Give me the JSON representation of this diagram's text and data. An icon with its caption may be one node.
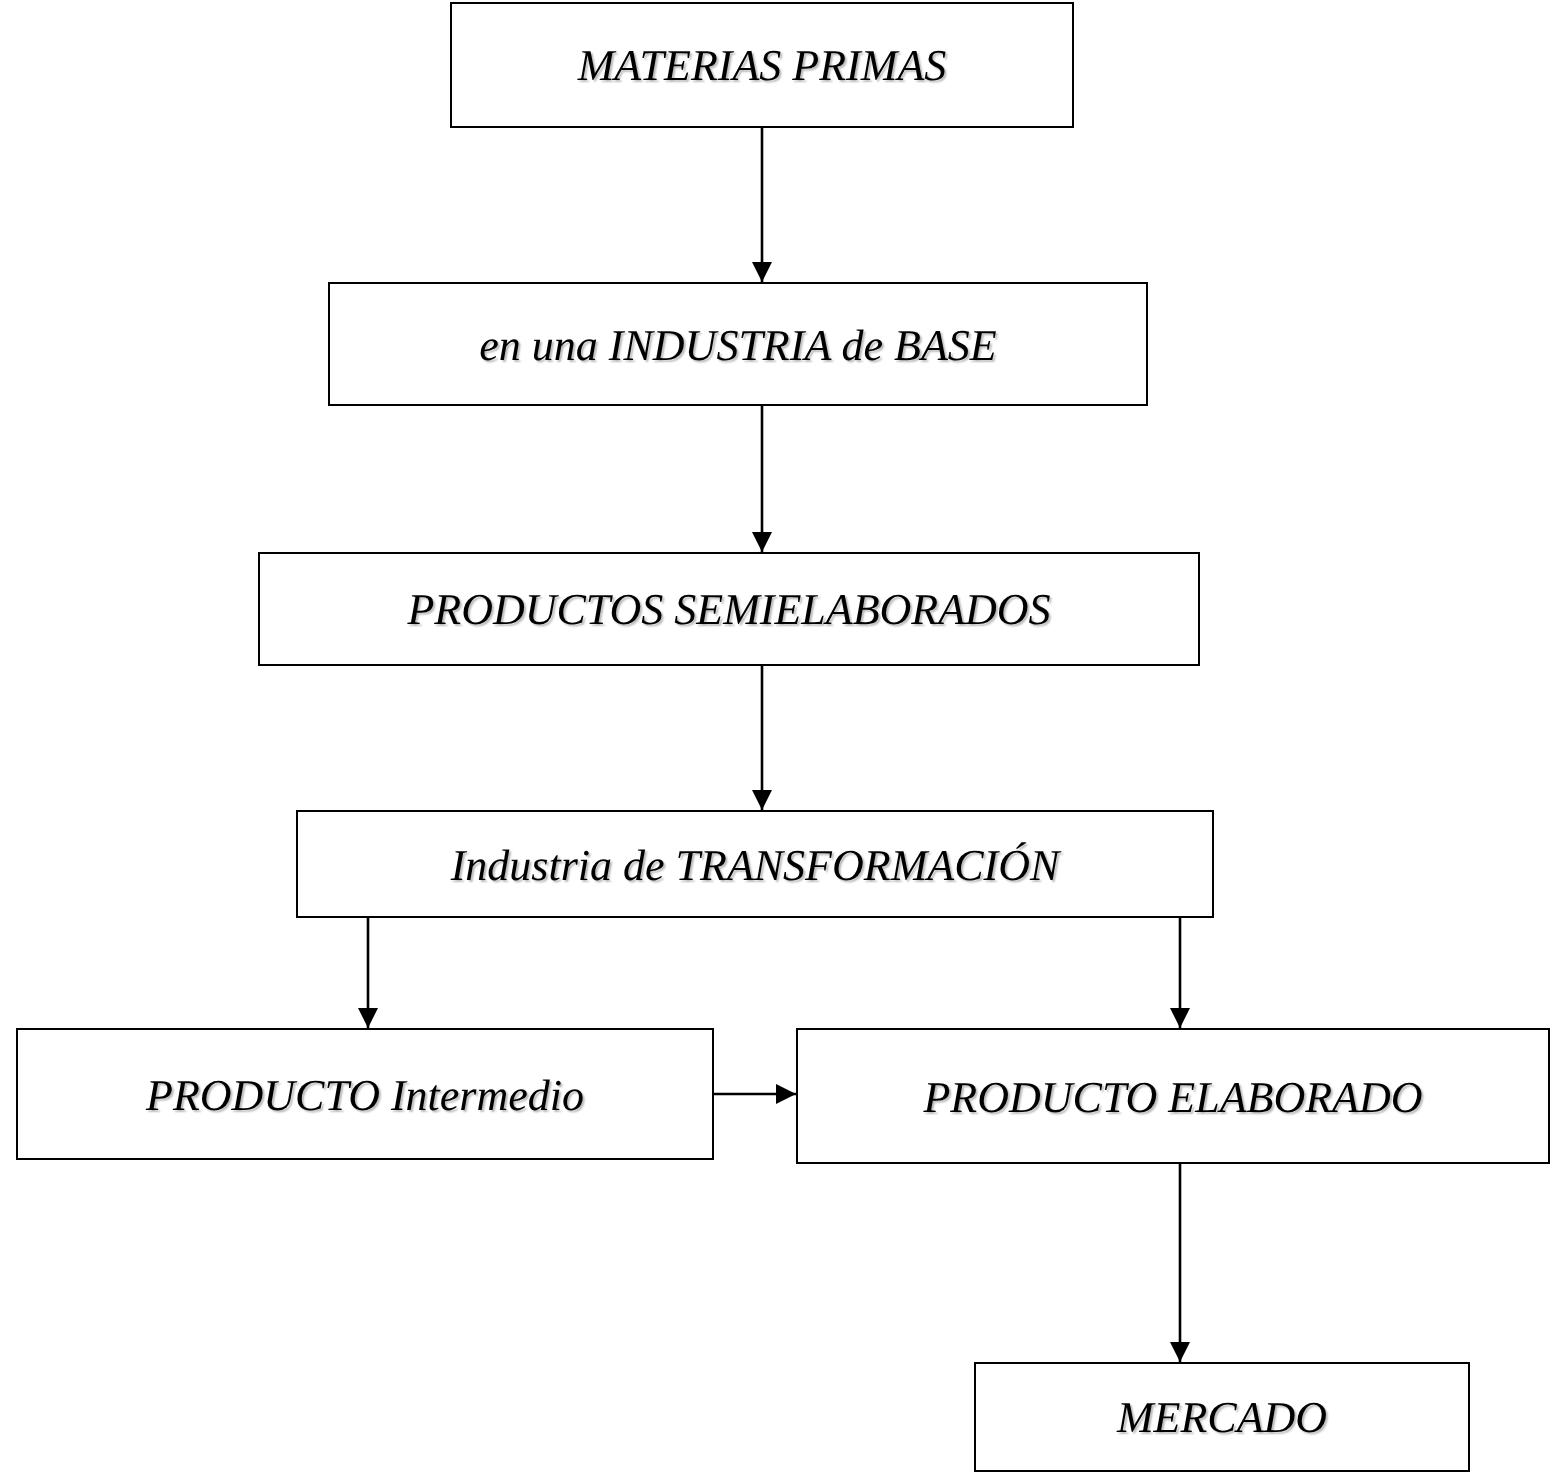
{
  "diagram": {
    "nodes": [
      {
        "text": [
          "MATERIAS PRIMAS"
        ]
      },
      {
        "text": [
          "en una INDUSTRIA de BASE"
        ]
      },
      {
        "text": [
          "PRODUCTOS SEMIELABORADOS"
        ]
      },
      {
        "text": [
          "Industria de TRANSFORMACIÓN"
        ]
      },
      {
        "text": [
          "PRODUCTO Intermedio"
        ]
      },
      {
        "text": [
          "PRODUCTO ELABORADO"
        ]
      },
      {
        "text": [
          "MERCADO"
        ]
      }
    ],
    "edges": [
      {
        "from": 0,
        "to": 1,
        "arrow": "to"
      },
      {
        "from": 1,
        "to": 2,
        "arrow": "to"
      },
      {
        "from": 2,
        "to": 3,
        "arrow": "to"
      },
      {
        "from": 3,
        "to": 4,
        "arrow": "to"
      },
      {
        "from": 3,
        "to": 5,
        "arrow": "to"
      },
      {
        "from": 4,
        "to": 5,
        "arrow": "to"
      },
      {
        "from": 5,
        "to": 6,
        "arrow": "to"
      }
    ]
  }
}
